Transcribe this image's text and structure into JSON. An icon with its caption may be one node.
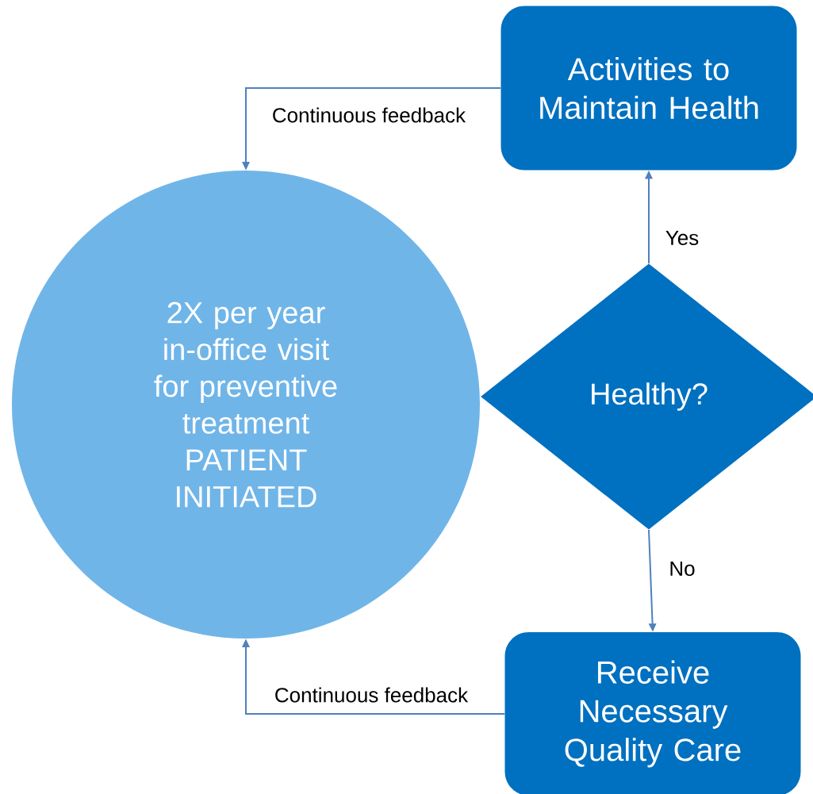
{
  "diagram": {
    "nodes": [
      {
        "text": [
          "Activities to Maintain Health"
        ]
      },
      {
        "text": [
          "2X per year in-office visit for preventive treatment",
          "PATIENT INITIATED"
        ]
      },
      {
        "text": [
          "Healthy?"
        ]
      },
      {
        "text": [
          "Receive Necessary Quality Care"
        ]
      }
    ],
    "edges": [
      {
        "from": 0,
        "to": 1,
        "arrow": "to",
        "label": "Continuous feedback"
      },
      {
        "from": 2,
        "to": 0,
        "arrow": "to",
        "label": "Yes"
      },
      {
        "from": 2,
        "to": 3,
        "arrow": "to",
        "label": "No"
      },
      {
        "from": 3,
        "to": 1,
        "arrow": "to",
        "label": "Continuous feedback"
      }
    ]
  }
}
